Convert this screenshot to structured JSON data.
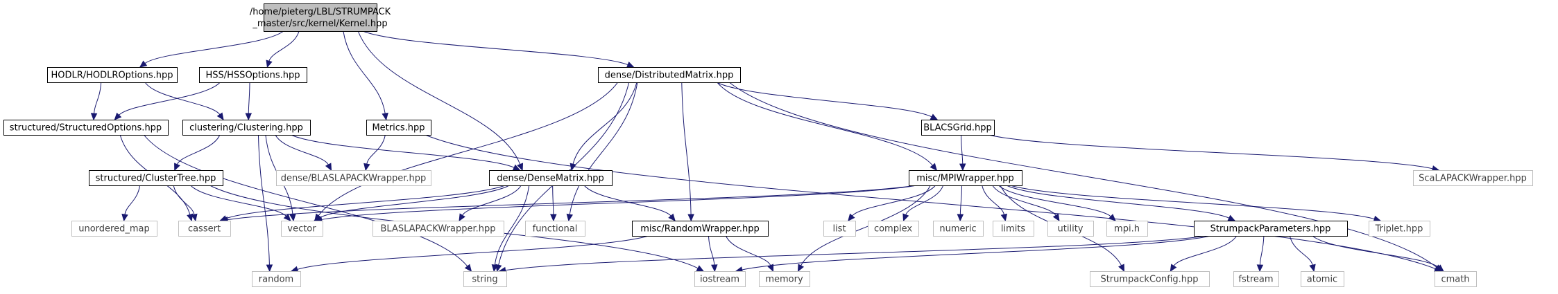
{
  "diagram": {
    "title": "",
    "colors": {
      "edge": "#191970",
      "root_fill": "#bfbfbf",
      "root_stroke": "#000000",
      "node_fill": "#ffffff",
      "internal_stroke": "#000000",
      "external_stroke": "#bfbfbf",
      "internal_text": "#000000",
      "external_text": "#3f3f3f"
    },
    "nodes": [
      {
        "id": "root",
        "label_lines": [
          "/home/pieterg/LBL/STRUMPACK",
          "_master/src/kernel/Kernel.hpp"
        ],
        "kind": "root"
      },
      {
        "id": "hodlr_options",
        "label_lines": [
          "HODLR/HODLROptions.hpp"
        ],
        "kind": "internal"
      },
      {
        "id": "hss_options",
        "label_lines": [
          "HSS/HSSOptions.hpp"
        ],
        "kind": "internal"
      },
      {
        "id": "metrics",
        "label_lines": [
          "Metrics.hpp"
        ],
        "kind": "internal"
      },
      {
        "id": "distributed_matrix",
        "label_lines": [
          "dense/DistributedMatrix.hpp"
        ],
        "kind": "internal"
      },
      {
        "id": "structured_options",
        "label_lines": [
          "structured/StructuredOptions.hpp"
        ],
        "kind": "internal"
      },
      {
        "id": "clustering",
        "label_lines": [
          "clustering/Clustering.hpp"
        ],
        "kind": "internal"
      },
      {
        "id": "blacs_grid",
        "label_lines": [
          "BLACSGrid.hpp"
        ],
        "kind": "internal"
      },
      {
        "id": "dense_blaslapack",
        "label_lines": [
          "dense/BLASLAPACKWrapper.hpp"
        ],
        "kind": "external"
      },
      {
        "id": "scalapack",
        "label_lines": [
          "ScaLAPACKWrapper.hpp"
        ],
        "kind": "external"
      },
      {
        "id": "cluster_tree",
        "label_lines": [
          "structured/ClusterTree.hpp"
        ],
        "kind": "internal"
      },
      {
        "id": "dense_matrix",
        "label_lines": [
          "dense/DenseMatrix.hpp"
        ],
        "kind": "internal"
      },
      {
        "id": "mpi_wrapper",
        "label_lines": [
          "misc/MPIWrapper.hpp"
        ],
        "kind": "internal"
      },
      {
        "id": "unordered_map",
        "label_lines": [
          "unordered_map"
        ],
        "kind": "external"
      },
      {
        "id": "cassert",
        "label_lines": [
          "cassert"
        ],
        "kind": "external"
      },
      {
        "id": "vector",
        "label_lines": [
          "vector"
        ],
        "kind": "external"
      },
      {
        "id": "blaslapack",
        "label_lines": [
          "BLASLAPACKWrapper.hpp"
        ],
        "kind": "external"
      },
      {
        "id": "functional",
        "label_lines": [
          "functional"
        ],
        "kind": "external"
      },
      {
        "id": "random_wrapper",
        "label_lines": [
          "misc/RandomWrapper.hpp"
        ],
        "kind": "internal"
      },
      {
        "id": "list",
        "label_lines": [
          "list"
        ],
        "kind": "external"
      },
      {
        "id": "complex",
        "label_lines": [
          "complex"
        ],
        "kind": "external"
      },
      {
        "id": "numeric",
        "label_lines": [
          "numeric"
        ],
        "kind": "external"
      },
      {
        "id": "limits",
        "label_lines": [
          "limits"
        ],
        "kind": "external"
      },
      {
        "id": "utility",
        "label_lines": [
          "utility"
        ],
        "kind": "external"
      },
      {
        "id": "mpi_h",
        "label_lines": [
          "mpi.h"
        ],
        "kind": "external"
      },
      {
        "id": "strumpack_parameters",
        "label_lines": [
          "StrumpackParameters.hpp"
        ],
        "kind": "internal"
      },
      {
        "id": "triplet",
        "label_lines": [
          "Triplet.hpp"
        ],
        "kind": "external"
      },
      {
        "id": "random",
        "label_lines": [
          "random"
        ],
        "kind": "external"
      },
      {
        "id": "string",
        "label_lines": [
          "string"
        ],
        "kind": "external"
      },
      {
        "id": "iostream",
        "label_lines": [
          "iostream"
        ],
        "kind": "external"
      },
      {
        "id": "memory",
        "label_lines": [
          "memory"
        ],
        "kind": "external"
      },
      {
        "id": "strumpack_config",
        "label_lines": [
          "StrumpackConfig.hpp"
        ],
        "kind": "external"
      },
      {
        "id": "fstream",
        "label_lines": [
          "fstream"
        ],
        "kind": "external"
      },
      {
        "id": "atomic",
        "label_lines": [
          "atomic"
        ],
        "kind": "external"
      },
      {
        "id": "cmath",
        "label_lines": [
          "cmath"
        ],
        "kind": "external"
      }
    ],
    "edges": [
      {
        "from": "root",
        "to": "hodlr_options"
      },
      {
        "from": "root",
        "to": "hss_options"
      },
      {
        "from": "root",
        "to": "dense_matrix"
      },
      {
        "from": "root",
        "to": "metrics"
      },
      {
        "from": "root",
        "to": "distributed_matrix"
      },
      {
        "from": "hodlr_options",
        "to": "structured_options"
      },
      {
        "from": "hodlr_options",
        "to": "clustering"
      },
      {
        "from": "hss_options",
        "to": "structured_options"
      },
      {
        "from": "hss_options",
        "to": "clustering"
      },
      {
        "from": "structured_options",
        "to": "cassert"
      },
      {
        "from": "structured_options",
        "to": "string"
      },
      {
        "from": "clustering",
        "to": "dense_blaslapack"
      },
      {
        "from": "clustering",
        "to": "cluster_tree"
      },
      {
        "from": "clustering",
        "to": "vector"
      },
      {
        "from": "clustering",
        "to": "random"
      },
      {
        "from": "clustering",
        "to": "dense_matrix"
      },
      {
        "from": "metrics",
        "to": "dense_blaslapack"
      },
      {
        "from": "metrics",
        "to": "cmath"
      },
      {
        "from": "cluster_tree",
        "to": "unordered_map"
      },
      {
        "from": "cluster_tree",
        "to": "cassert"
      },
      {
        "from": "cluster_tree",
        "to": "vector"
      },
      {
        "from": "cluster_tree",
        "to": "iostream"
      },
      {
        "from": "distributed_matrix",
        "to": "dense_matrix"
      },
      {
        "from": "distributed_matrix",
        "to": "vector"
      },
      {
        "from": "distributed_matrix",
        "to": "functional"
      },
      {
        "from": "distributed_matrix",
        "to": "string"
      },
      {
        "from": "distributed_matrix",
        "to": "random_wrapper"
      },
      {
        "from": "distributed_matrix",
        "to": "blacs_grid"
      },
      {
        "from": "distributed_matrix",
        "to": "mpi_wrapper"
      },
      {
        "from": "distributed_matrix",
        "to": "cmath"
      },
      {
        "from": "dense_matrix",
        "to": "cassert"
      },
      {
        "from": "dense_matrix",
        "to": "vector"
      },
      {
        "from": "dense_matrix",
        "to": "string"
      },
      {
        "from": "dense_matrix",
        "to": "blaslapack"
      },
      {
        "from": "dense_matrix",
        "to": "functional"
      },
      {
        "from": "dense_matrix",
        "to": "random_wrapper"
      },
      {
        "from": "blacs_grid",
        "to": "mpi_wrapper"
      },
      {
        "from": "blacs_grid",
        "to": "scalapack"
      },
      {
        "from": "mpi_wrapper",
        "to": "cassert"
      },
      {
        "from": "mpi_wrapper",
        "to": "vector"
      },
      {
        "from": "mpi_wrapper",
        "to": "memory"
      },
      {
        "from": "mpi_wrapper",
        "to": "list"
      },
      {
        "from": "mpi_wrapper",
        "to": "complex"
      },
      {
        "from": "mpi_wrapper",
        "to": "numeric"
      },
      {
        "from": "mpi_wrapper",
        "to": "limits"
      },
      {
        "from": "mpi_wrapper",
        "to": "utility"
      },
      {
        "from": "mpi_wrapper",
        "to": "mpi_h"
      },
      {
        "from": "mpi_wrapper",
        "to": "strumpack_parameters"
      },
      {
        "from": "mpi_wrapper",
        "to": "triplet"
      },
      {
        "from": "mpi_wrapper",
        "to": "strumpack_config"
      },
      {
        "from": "random_wrapper",
        "to": "random"
      },
      {
        "from": "random_wrapper",
        "to": "iostream"
      },
      {
        "from": "random_wrapper",
        "to": "memory"
      },
      {
        "from": "strumpack_parameters",
        "to": "string"
      },
      {
        "from": "strumpack_parameters",
        "to": "iostream"
      },
      {
        "from": "strumpack_parameters",
        "to": "strumpack_config"
      },
      {
        "from": "strumpack_parameters",
        "to": "fstream"
      },
      {
        "from": "strumpack_parameters",
        "to": "atomic"
      },
      {
        "from": "strumpack_parameters",
        "to": "cmath"
      }
    ]
  }
}
